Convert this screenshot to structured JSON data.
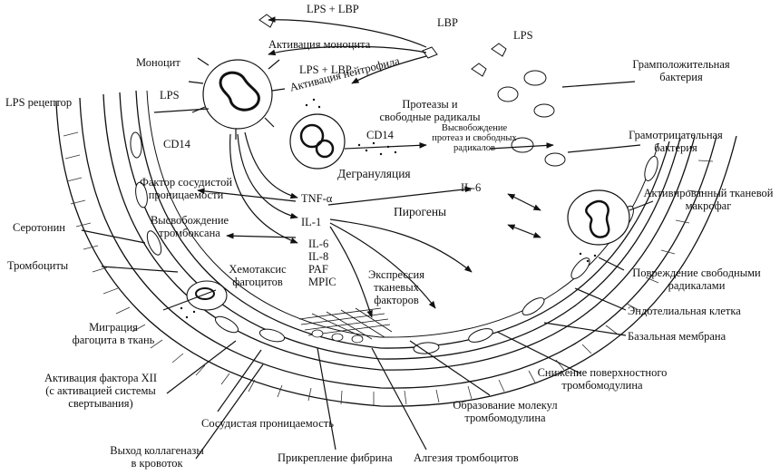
{
  "labels": {
    "lps_lbp_top": "LPS + LBP",
    "monocyte_activation": "Активация моноцита",
    "lbp": "LBP",
    "lps_right": "LPS",
    "monocyte": "Моноцит",
    "lps_lbp_mid": "LPS + LBP",
    "neutrophil_activation": "Активация нейтрофила",
    "gram_positive": [
      "Грамположительная",
      "бактерия"
    ],
    "lps_receptor": "LPS рецептор",
    "lps_left": "LPS",
    "proteases": [
      "Протеазы и",
      "свободные радикалы"
    ],
    "release_proteases": [
      "Высвобождение",
      "протеаз и свободных",
      "радикалов"
    ],
    "cd14_left": "CD14",
    "cd14_mid": "CD14",
    "gram_negative": [
      "Грамотрицательная",
      "бактерия"
    ],
    "degranulation": "Дегрануляция",
    "vascular_permeability_factor": [
      "Фактор сосудистой",
      "проницаемости"
    ],
    "tnf": "TNF-α",
    "il6_right": "IL-6",
    "activated_macrophage": [
      "Активированный тканевой",
      "макрофаг"
    ],
    "il1": "IL-1",
    "pyrogens": "Пирогены",
    "serotonin": "Серотонин",
    "thromboxane_release": [
      "Высвобождение",
      "тромбоксана"
    ],
    "platelets": "Тромбоциты",
    "mediators": [
      "IL-6",
      "IL-8",
      "PAF",
      "MPIC"
    ],
    "chemotaxis": [
      "Хемотаксис",
      "фагоцитов"
    ],
    "tissue_factor_expression": [
      "Экспрессия",
      "тканевых",
      "факторов"
    ],
    "free_radical_damage": [
      "Повреждение свободными",
      "радикалами"
    ],
    "endothelial_cell": "Эндотелиальная клетка",
    "phagocyte_migration": [
      "Миграция",
      "фагоцита в ткань"
    ],
    "basement_membrane": "Базальная мембрана",
    "factor_xii": [
      "Активация фактора XII",
      "(с активацией системы",
      "свертывания)"
    ],
    "thrombomodulin_decrease": [
      "Снижение поверхностного",
      "тромбомодулина"
    ],
    "thrombomodulin_formation": [
      "Образование молекул",
      "тромбомодулина"
    ],
    "vascular_permeability": "Сосудистая проницаемость",
    "collagenase_exit": [
      "Выход коллагеназы",
      "в кровоток"
    ],
    "fibrin_attachment": "Прикрепление фибрина",
    "platelet_adhesion": "Алгезия тромбоцитов"
  }
}
